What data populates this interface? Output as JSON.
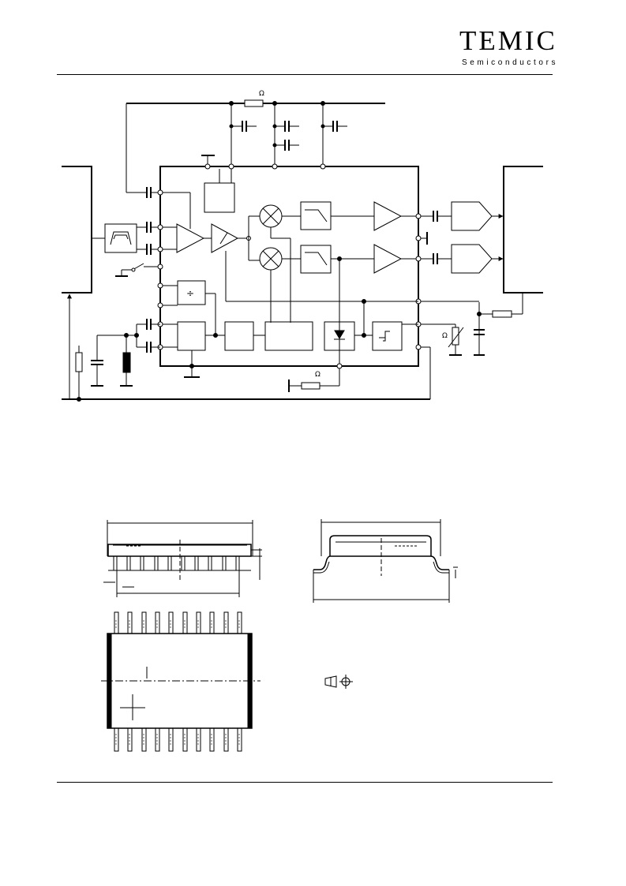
{
  "header": {
    "logo_title": "TEMIC",
    "logo_subtitle": "Semiconductors"
  },
  "block_diagram": {
    "resistor_label_top": "Ω",
    "resistor_label_right": "Ω",
    "resistor_label_bottom": "Ω",
    "divider_symbol": "÷"
  },
  "colors": {
    "ink": "#000000",
    "background": "#ffffff"
  }
}
